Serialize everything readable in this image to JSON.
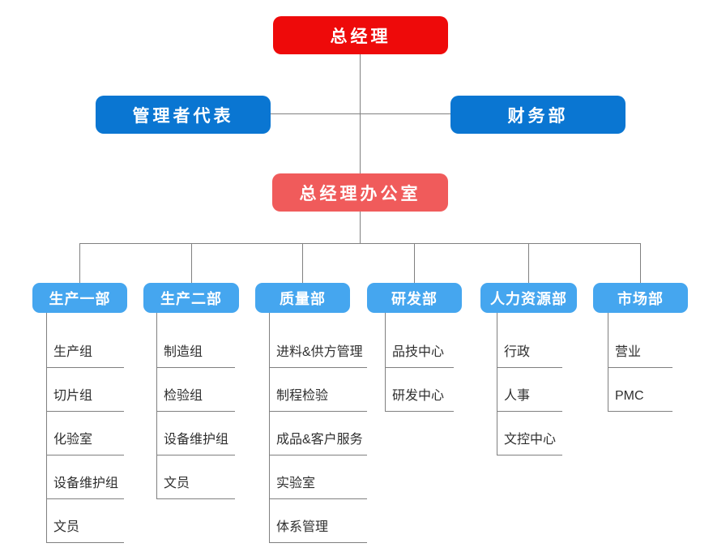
{
  "colors": {
    "root_red": "#ee0a0a",
    "level2_blue": "#0a76d2",
    "office_coral": "#f05b5b",
    "department_light_blue": "#45a6ef",
    "connector_gray": "#808080",
    "sub_item_text": "#2f2f2f",
    "node_text": "#ffffff"
  },
  "org_chart": {
    "root": {
      "label": "总经理"
    },
    "level2": [
      {
        "label": "管理者代表"
      },
      {
        "label": "财务部"
      }
    ],
    "office": {
      "label": "总经理办公室"
    },
    "departments": [
      {
        "label": "生产一部",
        "children": [
          "生产组",
          "切片组",
          "化验室",
          "设备维护组",
          "文员"
        ]
      },
      {
        "label": "生产二部",
        "children": [
          "制造组",
          "检验组",
          "设备维护组",
          "文员"
        ]
      },
      {
        "label": "质量部",
        "children": [
          "进料&供方管理",
          "制程检验",
          "成品&客户服务",
          "实验室",
          "体系管理"
        ]
      },
      {
        "label": "研发部",
        "children": [
          "品技中心",
          "研发中心"
        ]
      },
      {
        "label": "人力资源部",
        "children": [
          "行政",
          "人事",
          "文控中心"
        ]
      },
      {
        "label": "市场部",
        "children": [
          "营业",
          "PMC"
        ]
      }
    ]
  }
}
